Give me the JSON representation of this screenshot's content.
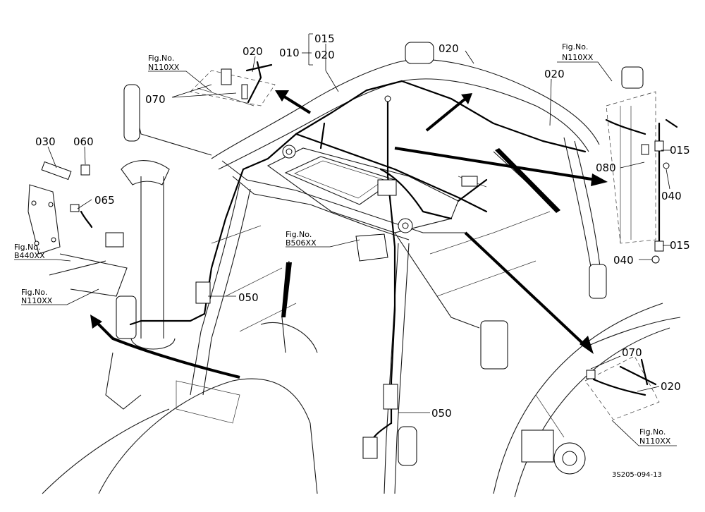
{
  "labels": {
    "p015_top": "015",
    "p010": "010",
    "p020_top": "020",
    "p020_left": "020",
    "p020_mid": "020",
    "p020_right": "020",
    "p070_left": "070",
    "p030": "030",
    "p060": "060",
    "p065": "065",
    "p050_left": "050",
    "p050_bottom": "050",
    "p080": "080",
    "p015_right_top": "015",
    "p040_right": "040",
    "p015_right_bottom": "015",
    "p040_bottom": "040",
    "p070_bottom": "070",
    "p020_bottom": "020"
  },
  "figrefs": {
    "top_left": {
      "line1": "Fig.No.",
      "line2": "N110XX"
    },
    "top_right": {
      "line1": "Fig.No.",
      "line2": "N110XX"
    },
    "left_b440": {
      "line1": "Fig.No.",
      "line2": "B440XX"
    },
    "left_n110": {
      "line1": "Fig.No.",
      "line2": "N110XX"
    },
    "center_b506": {
      "line1": "Fig.No.",
      "line2": "B506XX"
    },
    "bottom_right": {
      "line1": "Fig.No.",
      "line2": "N110XX"
    }
  },
  "drawing_code": "3S205-094-13"
}
